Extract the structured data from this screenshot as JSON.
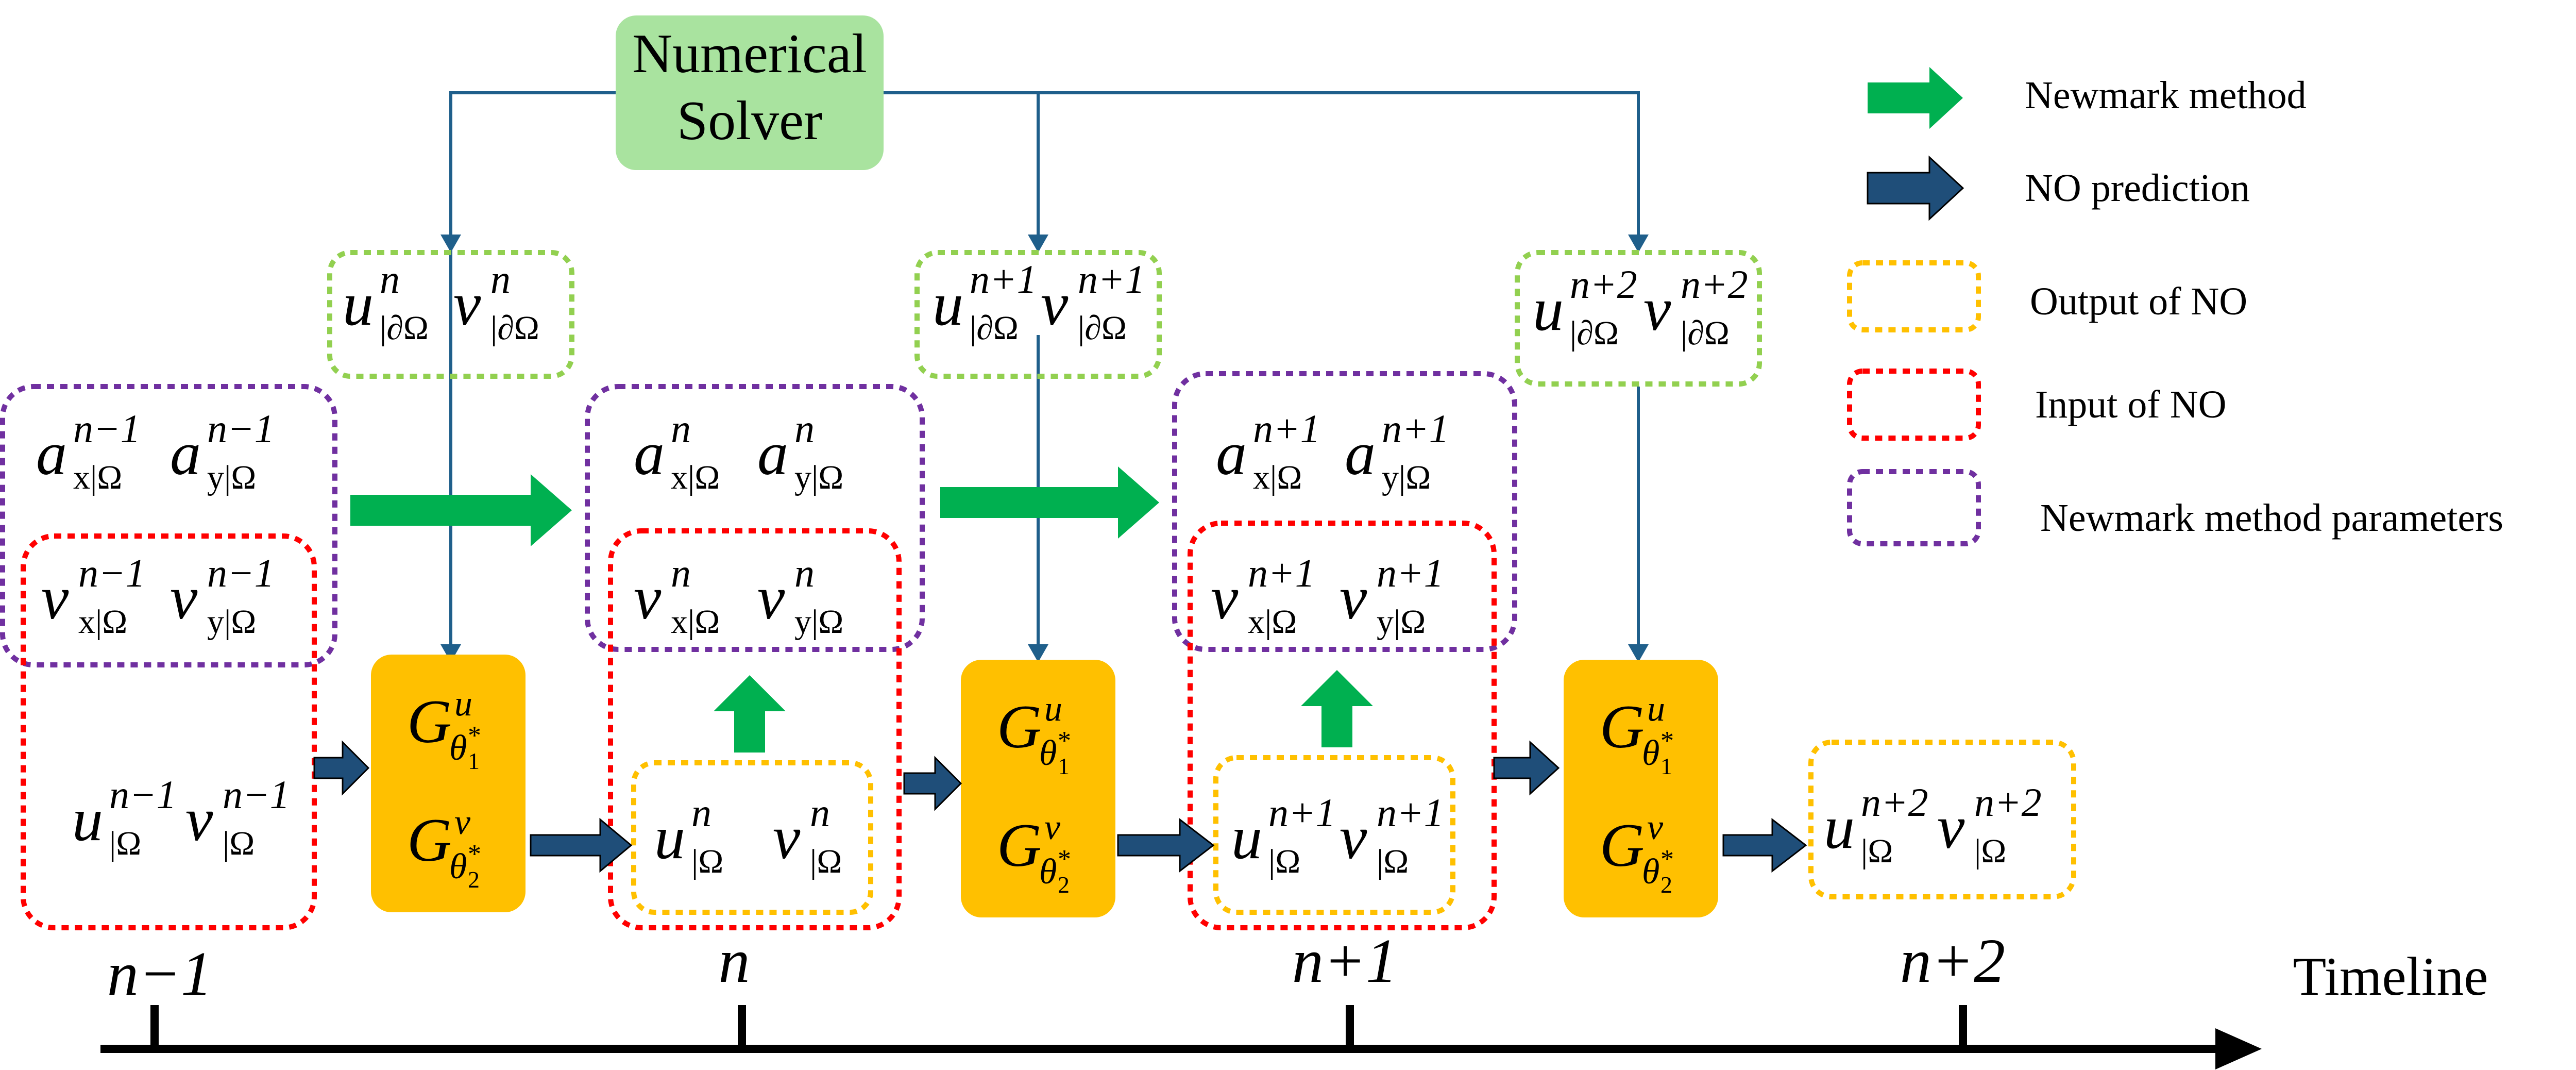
{
  "solver": {
    "line1": "Numerical",
    "line2": "Solver"
  },
  "legend": {
    "items": [
      {
        "kind": "green-arrow",
        "label": "Newmark method"
      },
      {
        "kind": "navy-arrow",
        "label": "NO prediction"
      },
      {
        "kind": "yellow-box",
        "label": "Output of NO"
      },
      {
        "kind": "red-box",
        "label": "Input of NO"
      },
      {
        "kind": "purple-box",
        "label": "Newmark method parameters"
      }
    ]
  },
  "timeline": {
    "label": "Timeline",
    "ticks": [
      "n−1",
      "n",
      "n+1",
      "n+2"
    ]
  },
  "steps": [
    {
      "sup": "n−1"
    },
    {
      "sup": "n"
    },
    {
      "sup": "n+1"
    },
    {
      "sup": "n+2"
    }
  ],
  "symbols": {
    "u": "u",
    "v": "v",
    "a": "a",
    "G": "G",
    "sub_x_omega": "x|Ω",
    "sub_y_omega": "y|Ω",
    "sub_omega": "|Ω",
    "sub_boundary": "|∂Ω",
    "theta1": "θ",
    "theta2": "θ",
    "theta1_index": "1",
    "theta2_index": "2",
    "star": "*",
    "op_u_sup": "u",
    "op_v_sup": "v"
  },
  "colors": {
    "green_arrow": "#00b050",
    "navy_arrow": "#1f4e79",
    "operator_fill": "#ffc000",
    "solver_fill": "#a9e39f",
    "yellow_dash": "#ffc000",
    "red_dash": "#ff0000",
    "purple_dash": "#7030a0",
    "lightgreen_dash": "#92d050",
    "line": "#1f5f8b"
  }
}
